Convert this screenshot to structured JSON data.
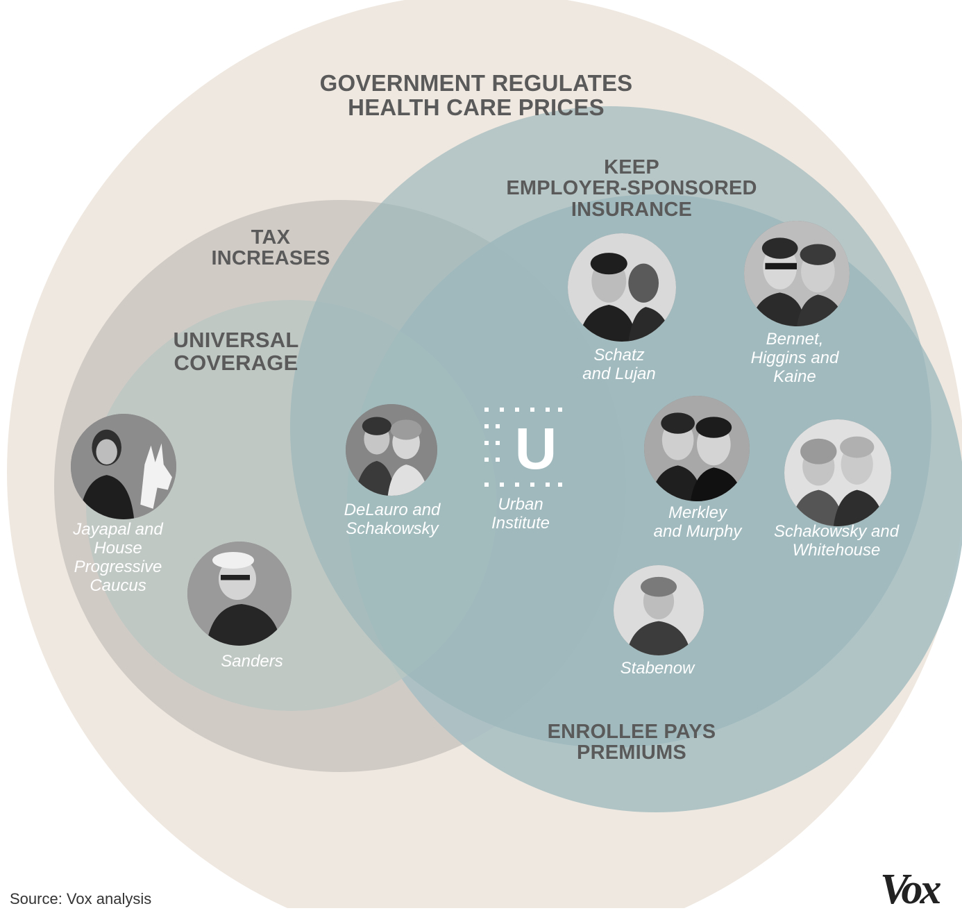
{
  "sets": {
    "government": {
      "label_lines": [
        "GOVERNMENT REGULATES",
        "HEALTH CARE PRICES"
      ]
    },
    "tax": {
      "label_lines": [
        "TAX",
        "INCREASES"
      ]
    },
    "universal": {
      "label_lines": [
        "UNIVERSAL",
        "COVERAGE"
      ]
    },
    "employer": {
      "label_lines": [
        "KEEP",
        "EMPLOYER-SPONSORED",
        "INSURANCE"
      ]
    },
    "enrollee": {
      "label_lines": [
        "ENROLLEE PAYS",
        "PREMIUMS"
      ]
    }
  },
  "plans": [
    {
      "label_lines": [
        "Jayapal and",
        "House",
        "Progressive",
        "Caucus"
      ],
      "icon": "donkey-icon"
    },
    {
      "label_lines": [
        "Sanders"
      ]
    },
    {
      "label_lines": [
        "DeLauro and",
        "Schakowsky"
      ]
    },
    {
      "label_lines": [
        "Urban",
        "Institute"
      ],
      "icon": "urban-institute-logo"
    },
    {
      "label_lines": [
        "Schatz",
        "and Lujan"
      ]
    },
    {
      "label_lines": [
        "Bennet,",
        "Higgins and",
        "Kaine"
      ]
    },
    {
      "label_lines": [
        "Merkley",
        "and Murphy"
      ]
    },
    {
      "label_lines": [
        "Schakowsky and",
        "Whitehouse"
      ]
    },
    {
      "label_lines": [
        "Stabenow"
      ]
    }
  ],
  "urban_logo": {
    "letter": "U"
  },
  "footer": {
    "source": "Source: Vox analysis",
    "logo_text": "Vox"
  },
  "colors": {
    "government": "#efe8e0",
    "tax": "#cfc9c4",
    "universal": "#b9c7c3",
    "enrollee": "#a9c0c3",
    "employer": "#98b5ba"
  }
}
